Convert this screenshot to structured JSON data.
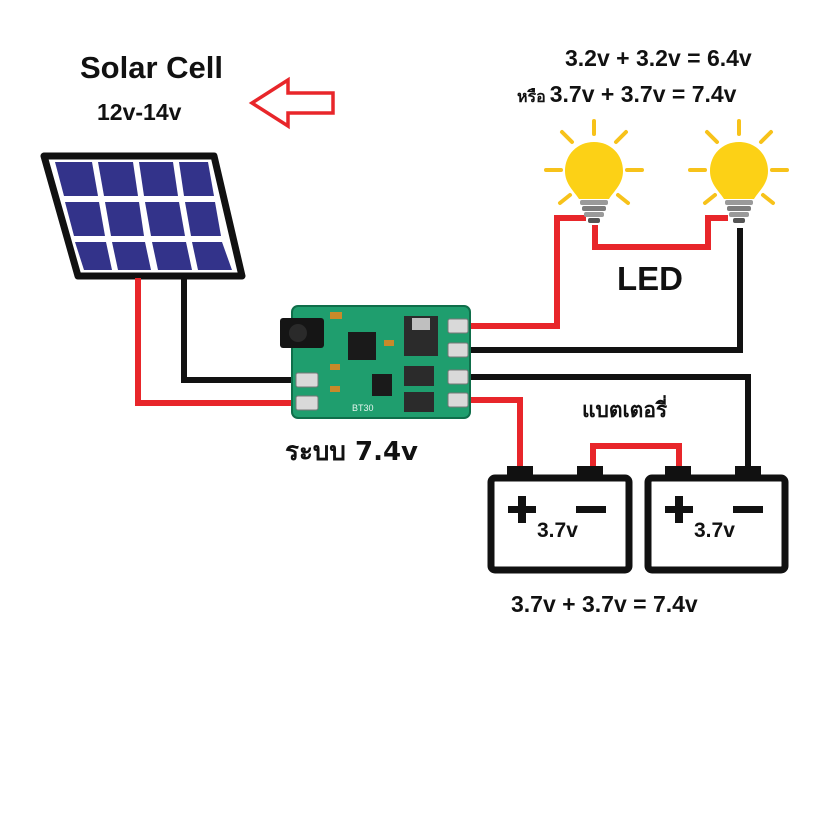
{
  "solar": {
    "title": "Solar Cell",
    "voltage": "12v-14v"
  },
  "led": {
    "label": "LED",
    "equation_1": "3.2v + 3.2v = 6.4v",
    "or_word": "หรือ",
    "equation_2": "3.7v + 3.7v = 7.4v"
  },
  "battery": {
    "label": "แบตเตอรี่",
    "cells": [
      "3.7v",
      "3.7v"
    ],
    "equation": "3.7v + 3.7v = 7.4v"
  },
  "board": {
    "system_label": "ระบบ  7.4v",
    "silk_text": "BT30"
  },
  "colors": {
    "wire_positive": "#e8262a",
    "wire_negative": "#111111",
    "arrow": "#e8262a",
    "pcb": "#1f9e6e",
    "bulb": "#fcd116",
    "ray": "#f7c21a",
    "panel_cell": "#33338a"
  },
  "icons": [
    "solar-panel-icon",
    "arrow-left-icon",
    "bulb-icon",
    "battery-icon",
    "charger-board-icon"
  ]
}
